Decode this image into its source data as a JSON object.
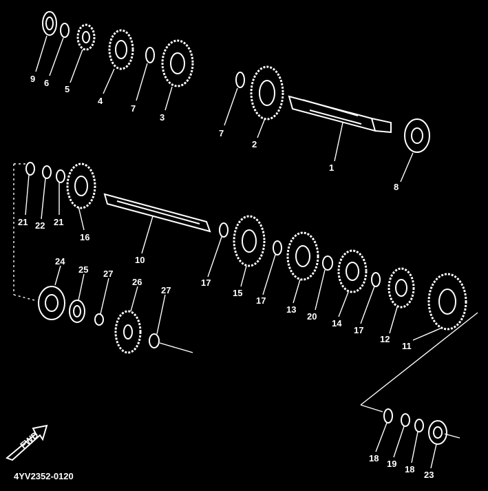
{
  "figure_code": "4YV2352-0120",
  "fwd_label": "FWD",
  "callouts": {
    "c9": "9",
    "c6": "6",
    "c5": "5",
    "c4": "4",
    "c7a": "7",
    "c3": "3",
    "c7b": "7",
    "c2": "2",
    "c1": "1",
    "c8": "8",
    "c21a": "21",
    "c22": "22",
    "c21b": "21",
    "c16": "16",
    "c10": "10",
    "c17a": "17",
    "c15": "15",
    "c17b": "17",
    "c13": "13",
    "c20": "20",
    "c14": "14",
    "c17c": "17",
    "c12": "12",
    "c11": "11",
    "c24": "24",
    "c25": "25",
    "c27a": "27",
    "c26": "26",
    "c27b": "27",
    "c18a": "18",
    "c19": "19",
    "c18b": "18",
    "c23": "23"
  }
}
